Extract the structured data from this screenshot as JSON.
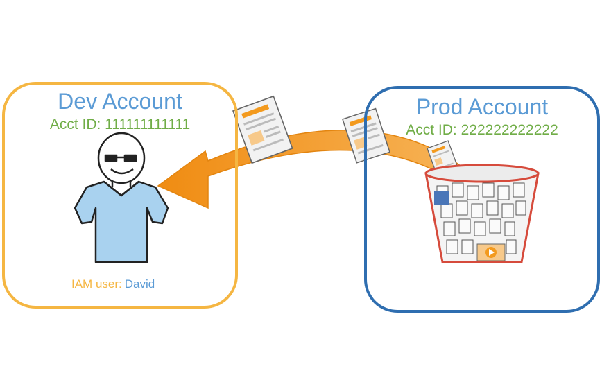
{
  "dev_account": {
    "title": "Dev Account",
    "acct_id": "Acct ID: 111111111111",
    "iam_label": "IAM user:",
    "iam_user": "David",
    "border_color": "#f5b642"
  },
  "prod_account": {
    "title": "Prod Account",
    "acct_id": "Acct ID: 222222222222",
    "border_color": "#2f6eb0"
  },
  "colors": {
    "arrow": "#f39a1e",
    "title_text": "#5b9bd5",
    "acct_text": "#70ad47",
    "bucket_outline": "#d64b3c"
  },
  "icons": [
    "person-icon",
    "document-icon",
    "s3-bucket-icon",
    "arrow-icon"
  ]
}
